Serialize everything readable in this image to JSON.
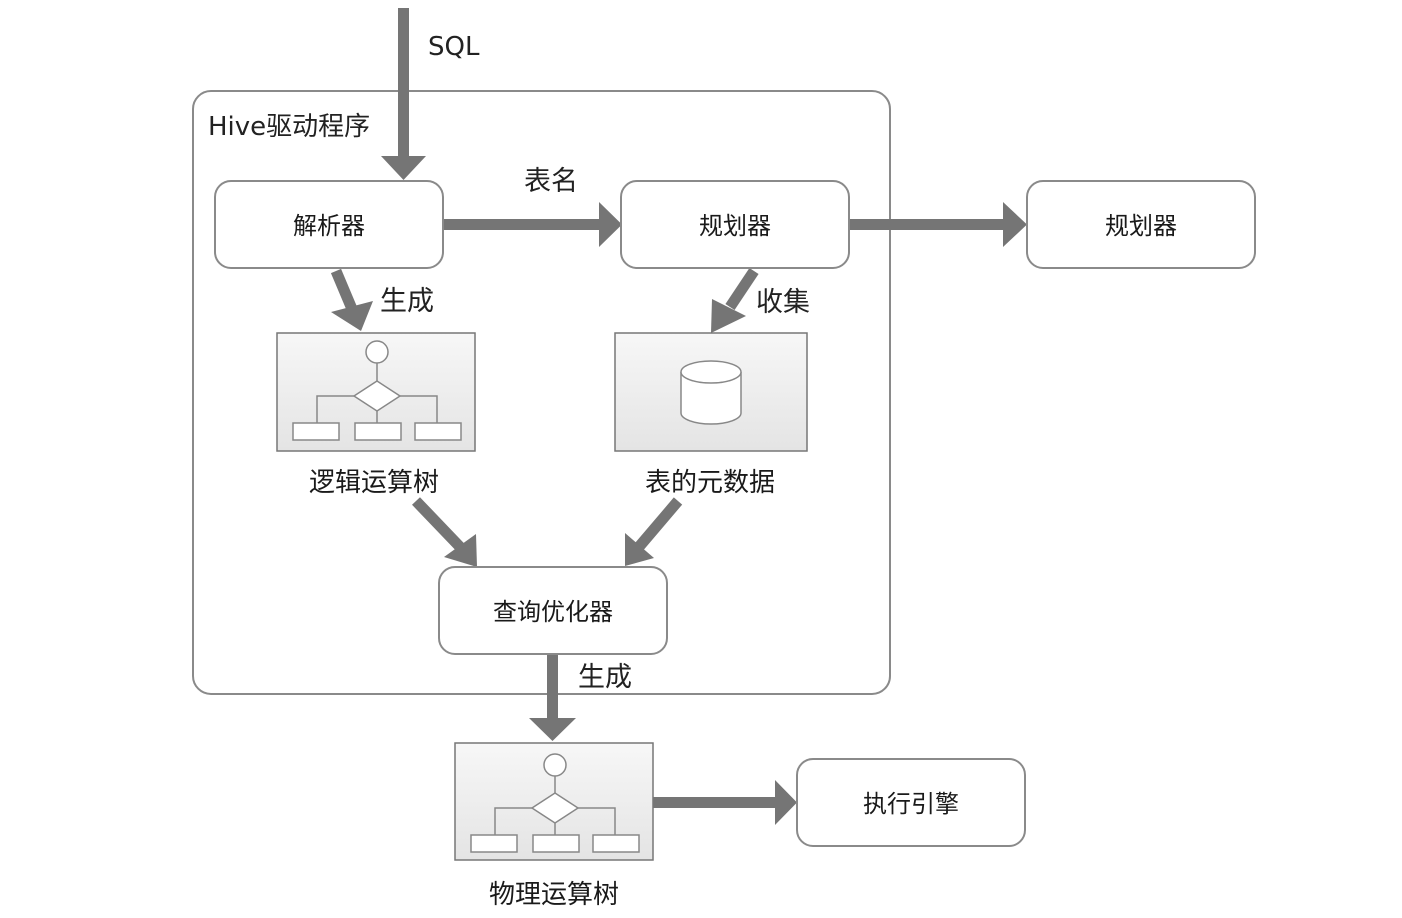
{
  "diagram": {
    "input_label": "SQL",
    "container_title": "Hive驱动程序",
    "nodes": {
      "parser": "解析器",
      "planner": "规划器",
      "planner_external": "规划器",
      "optimizer": "查询优化器",
      "executor": "执行引擎"
    },
    "edge_labels": {
      "table_name": "表名",
      "generate_logical": "生成",
      "collect": "收集",
      "generate_physical": "生成"
    },
    "captions": {
      "logical_tree": "逻辑运算树",
      "table_metadata": "表的元数据",
      "physical_tree": "物理运算树"
    },
    "colors": {
      "arrow": "#757575",
      "box_border": "#8a8a8a",
      "icon_panel_fill": "#ebebeb",
      "icon_stroke": "#888888",
      "text": "#1a1a1a"
    },
    "icons": {
      "logical_tree": "flowchart-tree-icon",
      "table_metadata": "database-cylinder-icon",
      "physical_tree": "flowchart-tree-icon"
    }
  }
}
